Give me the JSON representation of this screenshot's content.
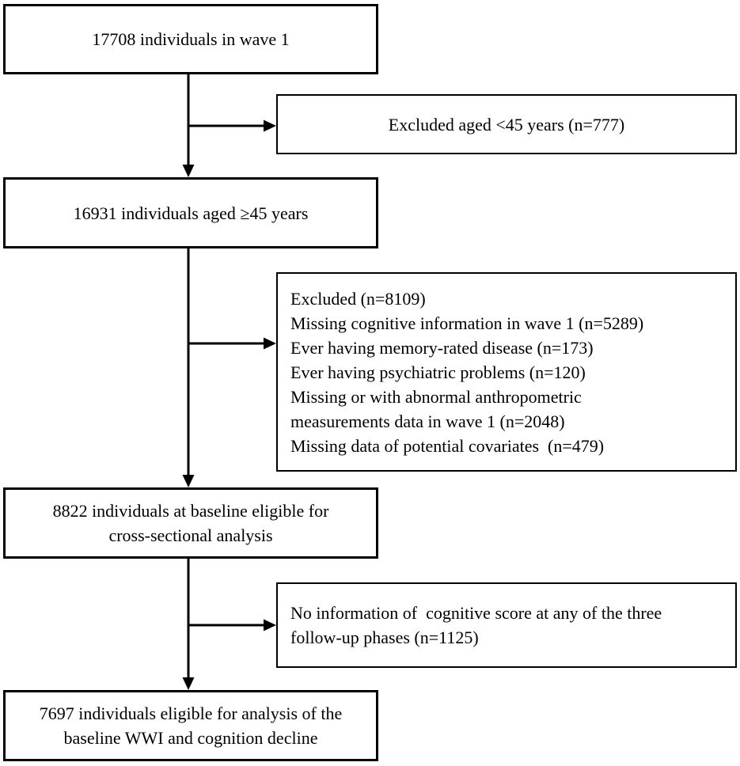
{
  "colors": {
    "background": "#ffffff",
    "line": "#000000",
    "text": "#000000"
  },
  "flowchart": {
    "boxes": {
      "wave1": {
        "lines": [
          "17708 individuals in wave 1"
        ]
      },
      "excluded_age": {
        "lines": [
          "Excluded aged <45 years (n=777)"
        ]
      },
      "aged45": {
        "lines": [
          "16931 individuals aged ≥45 years"
        ]
      },
      "excluded_baseline": {
        "lines": [
          "Excluded (n=8109)",
          "Missing cognitive information in wave 1 (n=5289)",
          "Ever having memory-rated disease (n=173)",
          "Ever having psychiatric problems (n=120)",
          "Missing or with abnormal anthropometric",
          "measurements data in wave 1 (n=2048)",
          "Missing data of potential covariates  (n=479)"
        ]
      },
      "baseline": {
        "lines": [
          "8822 individuals at baseline eligible for",
          "cross-sectional analysis"
        ]
      },
      "no_followup": {
        "lines": [
          "No information of  cognitive score at any of the three",
          "follow-up phases (n=1125)"
        ]
      },
      "final": {
        "lines": [
          "7697 individuals eligible for analysis of the",
          "baseline WWI and cognition decline"
        ]
      }
    }
  }
}
